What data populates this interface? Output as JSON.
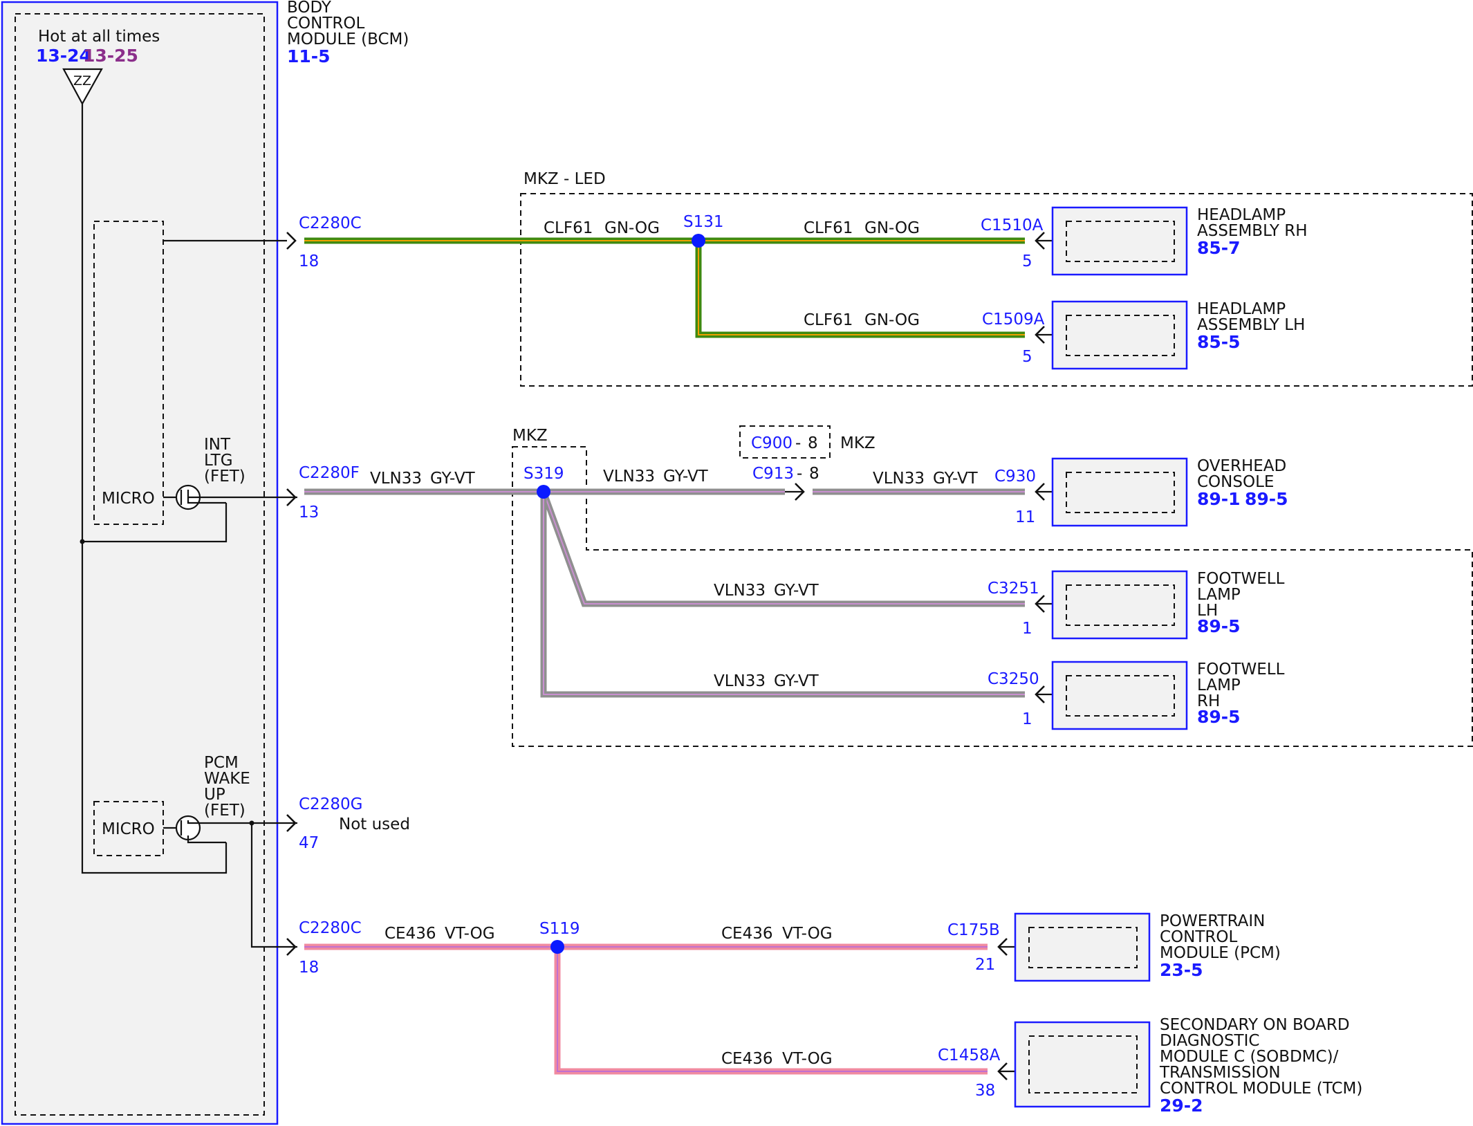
{
  "source": {
    "hot_label": "Hot at all times",
    "fuse_ref_1": "13-24",
    "fuse_ref_2": "13-25",
    "fuse_symbol": "ZZ"
  },
  "bcm": {
    "name_line1": "BODY",
    "name_line2": "CONTROL",
    "name_line3": "MODULE (BCM)",
    "ref": "11-5",
    "micro_1": "MICRO",
    "micro_2": "MICRO",
    "int_ltg_line1": "INT",
    "int_ltg_line2": "LTG",
    "int_ltg_line3": "(FET)",
    "pcm_wake_line1": "PCM",
    "pcm_wake_line2": "WAKE",
    "pcm_wake_line3": "UP",
    "pcm_wake_line4": "(FET)"
  },
  "options": {
    "mkz_led": "MKZ - LED",
    "mkz_1": "MKZ",
    "mkz_2": "MKZ"
  },
  "circuits": {
    "headlamp": {
      "bcm_connector": "C2280C",
      "bcm_pin": "18",
      "circuit": "CLF61",
      "color": "GN-OG",
      "splice": "S131",
      "rh_connector": "C1510A",
      "rh_pin": "5",
      "lh_connector": "C1509A",
      "lh_pin": "5"
    },
    "interior": {
      "bcm_connector": "C2280F",
      "bcm_pin": "13",
      "circuit": "VLN33",
      "color": "GY-VT",
      "splice": "S319",
      "inline_connector_1": "C900",
      "inline_pin_1": "8",
      "inline_connector_2": "C913",
      "inline_pin_2": "8",
      "dash": "-",
      "console_connector": "C930",
      "console_pin": "11",
      "footwell_lh_connector": "C3251",
      "footwell_lh_pin": "1",
      "footwell_rh_connector": "C3250",
      "footwell_rh_pin": "1"
    },
    "wake": {
      "bcm_connector": "C2280G",
      "bcm_pin": "47",
      "note": "Not used"
    },
    "pcm": {
      "bcm_connector": "C2280C",
      "bcm_pin": "18",
      "circuit": "CE436",
      "color": "VT-OG",
      "splice": "S119",
      "pcm_connector": "C175B",
      "pcm_pin": "21",
      "tcm_connector": "C1458A",
      "tcm_pin": "38"
    }
  },
  "components": {
    "headlamp_rh": {
      "line1": "HEADLAMP",
      "line2": "ASSEMBLY RH",
      "ref": "85-7"
    },
    "headlamp_lh": {
      "line1": "HEADLAMP",
      "line2": "ASSEMBLY LH",
      "ref": "85-5"
    },
    "overhead_console": {
      "line1": "OVERHEAD",
      "line2": "CONSOLE",
      "ref1": "89-1",
      "ref2": "89-5"
    },
    "footwell_lh": {
      "line1": "FOOTWELL",
      "line2": "LAMP",
      "line3": "LH",
      "ref": "89-5"
    },
    "footwell_rh": {
      "line1": "FOOTWELL",
      "line2": "LAMP",
      "line3": "RH",
      "ref": "89-5"
    },
    "pcm": {
      "line1": "POWERTRAIN",
      "line2": "CONTROL",
      "line3": "MODULE (PCM)",
      "ref": "23-5"
    },
    "tcm": {
      "line1": "SECONDARY ON BOARD",
      "line2": "DIAGNOSTIC",
      "line3": "MODULE C (SOBDMC)/",
      "line4": "TRANSMISSION",
      "line5": "CONTROL MODULE (TCM)",
      "ref": "29-2"
    }
  },
  "colors": {
    "wire_green": "#3f8a10",
    "wire_green_stripe": "#f0a000",
    "wire_gray": "#8f8f8f",
    "wire_gray_stripe": "#c98fd0",
    "wire_pink": "#f08aa0",
    "wire_pink_stripe": "#c070d0",
    "splice": "#0a1aff",
    "connector_text": "#1a1aff"
  }
}
